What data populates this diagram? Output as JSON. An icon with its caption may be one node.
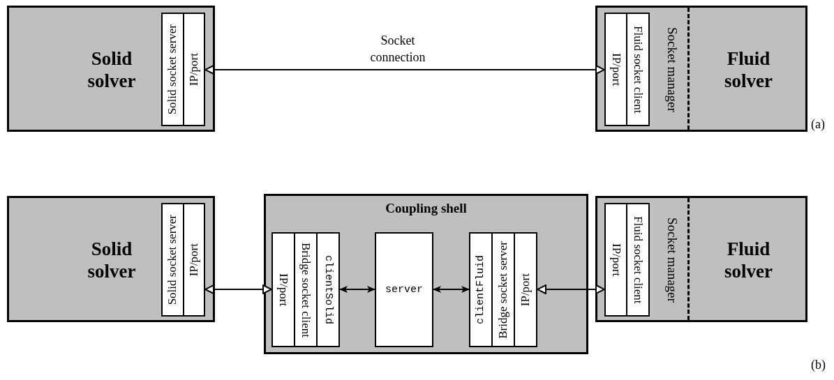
{
  "diagram": {
    "nodes": [
      {
        "text": [
          "Solid solver"
        ]
      },
      {
        "text": [
          "Solid socket server"
        ],
        "in": 0
      },
      {
        "text": [
          "IP/port"
        ],
        "in": 0
      },
      {
        "text": [
          "Fluid solver"
        ]
      },
      {
        "text": [
          "Socket manager"
        ],
        "in": 3
      },
      {
        "text": [
          "IP/port"
        ],
        "in": 4
      },
      {
        "text": [
          "Fluid socket client"
        ],
        "in": 4
      },
      {
        "text": [
          "Solid solver"
        ]
      },
      {
        "text": [
          "Solid socket server"
        ],
        "in": 7
      },
      {
        "text": [
          "IP/port"
        ],
        "in": 7
      },
      {
        "text": [
          "Coupling shell"
        ]
      },
      {
        "text": [
          "IP/port"
        ],
        "in": 10
      },
      {
        "text": [
          "Bridge socket client"
        ],
        "in": 10
      },
      {
        "text": [
          "clientSolid"
        ],
        "in": 10
      },
      {
        "text": [
          "server"
        ],
        "in": 10
      },
      {
        "text": [
          "clientFluid"
        ],
        "in": 10
      },
      {
        "text": [
          "Bridge socket server"
        ],
        "in": 10
      },
      {
        "text": [
          "IP/port"
        ],
        "in": 10
      },
      {
        "text": [
          "Fluid solver"
        ]
      },
      {
        "text": [
          "Socket manager"
        ],
        "in": 18
      },
      {
        "text": [
          "IP/port"
        ],
        "in": 19
      },
      {
        "text": [
          "Fluid socket client"
        ],
        "in": 19
      }
    ],
    "edges": [
      {
        "from": 2,
        "to": 5,
        "arrow": "both",
        "label": "Socket connection"
      },
      {
        "from": 9,
        "to": 11,
        "arrow": "both"
      },
      {
        "from": 13,
        "to": 14,
        "arrow": "both"
      },
      {
        "from": 14,
        "to": 15,
        "arrow": "both"
      },
      {
        "from": 17,
        "to": 20,
        "arrow": "both"
      }
    ],
    "labels": [
      "(a)",
      "(b)"
    ]
  }
}
